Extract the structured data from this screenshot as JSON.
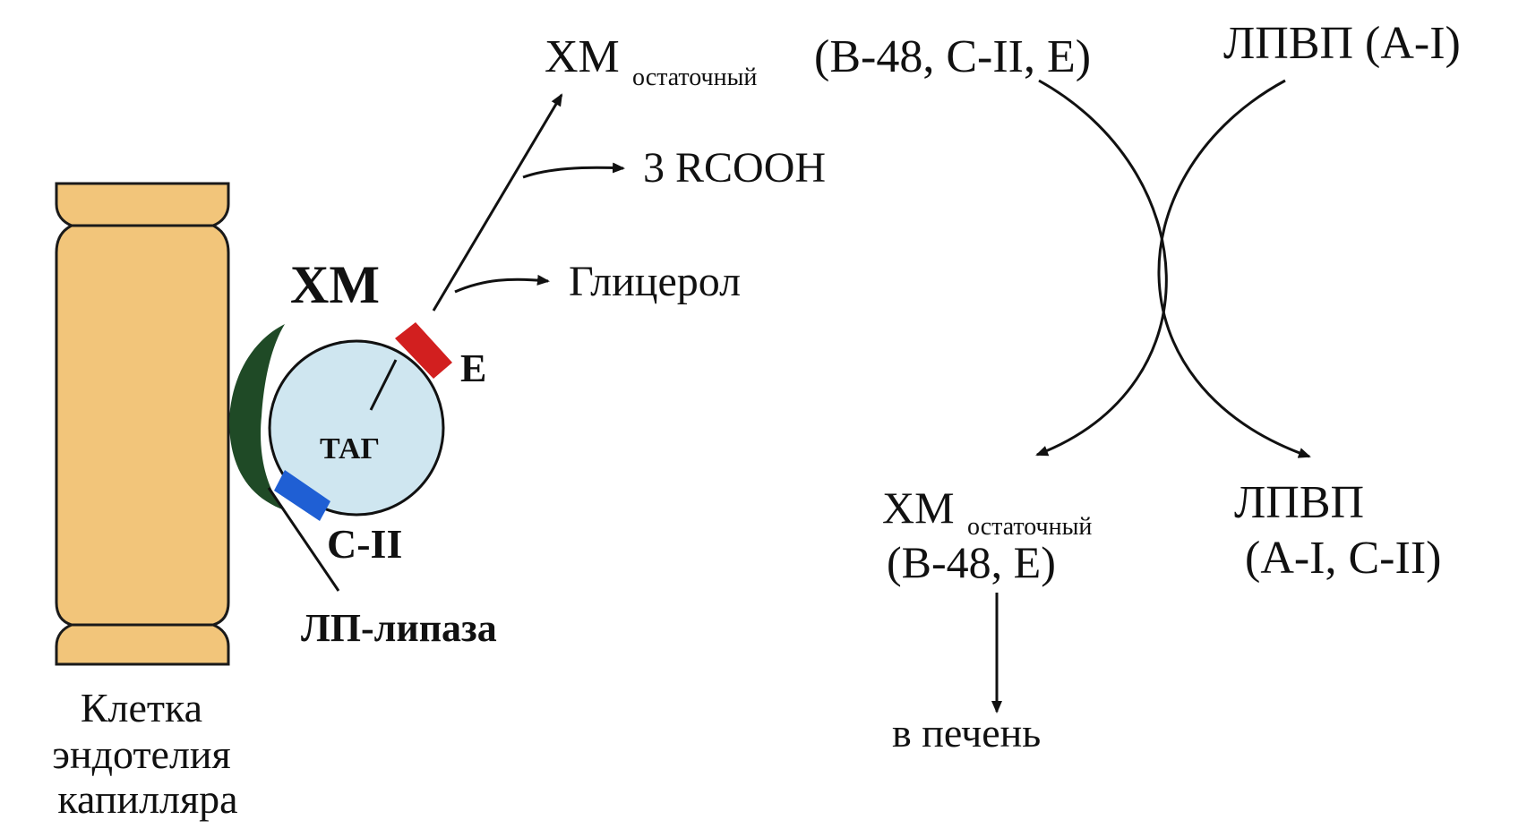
{
  "colors": {
    "cell_fill": "#f2c57a",
    "cell_stroke": "#1a1a1a",
    "particle_fill": "#cfe6f0",
    "apo_e": "#d21f1f",
    "apo_c2": "#1f5fd4",
    "lipase": "#1f4a26",
    "lipase_label": "#2f5a2a",
    "text": "#111111"
  },
  "labels": {
    "chylomicron": "ХМ",
    "tag": "ТАГ",
    "apo_e": "Е",
    "apo_c2": "С-II",
    "lipase": "ЛП-липаза",
    "cell_line1": "Клетка",
    "cell_line2": "эндотелия",
    "cell_line3": "капилляра",
    "fatty_acids": "3 RCOOH",
    "glycerol": "Глицерол",
    "remnant_top_main": "ХМ",
    "remnant_top_sub": "остаточный",
    "remnant_top_apos": "(В-48, С-II, Е)",
    "hdl_top": "ЛПВП (А-I)",
    "remnant_bottom_main": "ХМ",
    "remnant_bottom_sub": "остаточный",
    "remnant_bottom_apos": "(В-48, Е)",
    "hdl_bottom_line1": "ЛПВП",
    "hdl_bottom_line2": "(А-I, С-II)",
    "to_liver": "в печень"
  }
}
